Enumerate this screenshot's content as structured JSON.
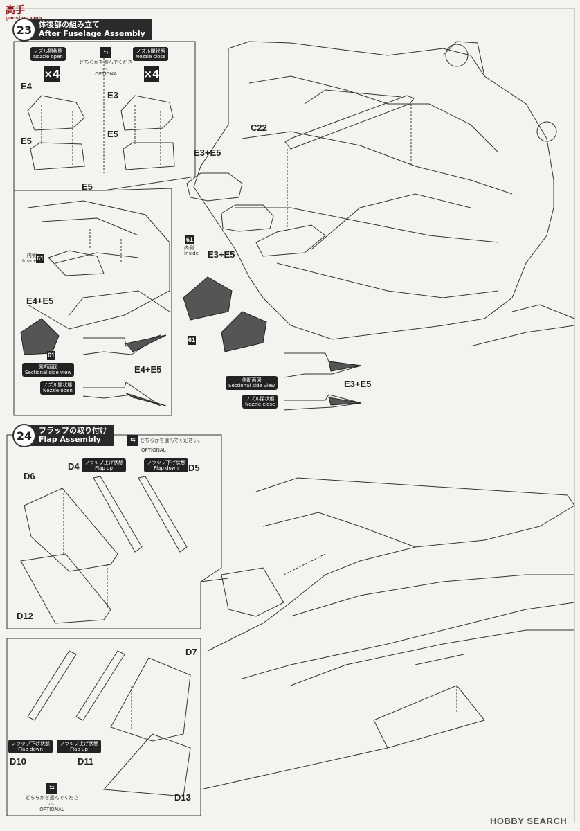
{
  "watermark": {
    "title": "高手",
    "subtitle": "gaoshou.com"
  },
  "step23": {
    "number": "23",
    "title_jp": "体後部の組み立て",
    "title_en": "After Fuselage Assembly",
    "nozzle_open_jp": "ノズル開状態",
    "nozzle_open_en": "Nozzle open",
    "nozzle_close_jp": "ノズル閉状態",
    "nozzle_close_en": "Nozzle close",
    "multiplier": "×4",
    "optional_jp": "どちらかを選んでください。",
    "optional_en": "OPTIONA",
    "labels": {
      "e4": "E4",
      "e3": "E3",
      "e5_left": "E5",
      "e5_right": "E5",
      "e5_bottom": "E5",
      "e4_e5": "E4+E5",
      "e4_e5_b": "E4+E5",
      "c22": "C22",
      "e3_e5_a": "E3+E5",
      "e3_e5_b": "E3+E5",
      "e3_e5_c": "E3+E5"
    },
    "inside_jp": "内側",
    "inside_en": "Inside",
    "paint_code": "61",
    "sectional_jp": "側断面図",
    "sectional_en": "Sectional side view"
  },
  "step24": {
    "number": "24",
    "title_jp": "フラップの取り付け",
    "title_en": "Flap Assembly",
    "optional_jp": "どちらかを選んでください。",
    "optional_en": "OPTIONAL",
    "flap_up_jp": "フラップ上げ状態",
    "flap_up_en": "Flap up",
    "flap_down_jp": "フラップ下げ状態",
    "flap_down_en": "Flap down",
    "labels": {
      "d6": "D6",
      "d4": "D4",
      "d5": "D5",
      "d12": "D12",
      "d7": "D7",
      "d10": "D10",
      "d11": "D11",
      "d13": "D13"
    }
  },
  "footer": {
    "brand": "HOBBY SEARCH"
  }
}
